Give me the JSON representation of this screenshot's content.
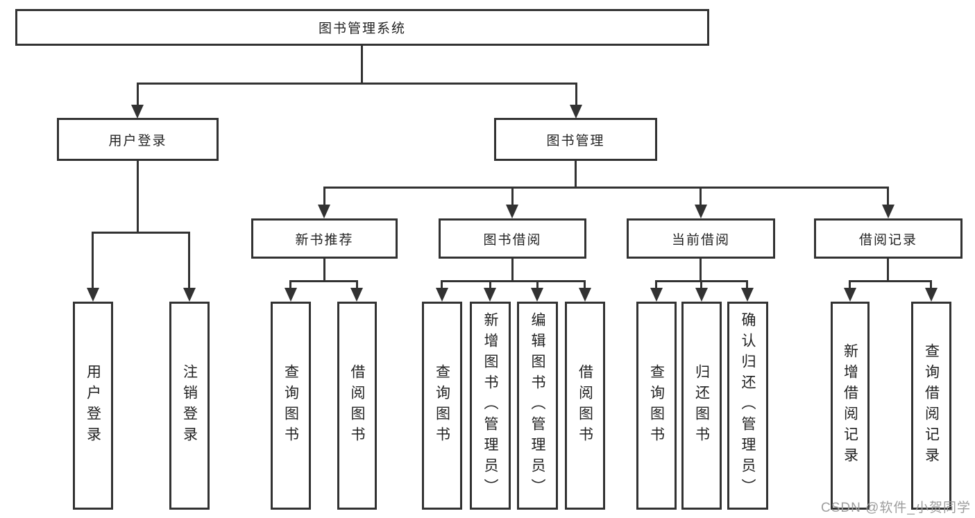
{
  "diagram": {
    "root": {
      "label": "图书管理系统"
    },
    "branches": [
      {
        "label": "用户登录",
        "children": [
          {
            "label": "用户登录"
          },
          {
            "label": "注销登录"
          }
        ]
      },
      {
        "label": "图书管理",
        "children": [
          {
            "label": "新书推荐",
            "children": [
              {
                "label": "查询图书"
              },
              {
                "label": "借阅图书"
              }
            ]
          },
          {
            "label": "图书借阅",
            "children": [
              {
                "label": "查询图书"
              },
              {
                "label": "新增图书（管理员）"
              },
              {
                "label": "编辑图书（管理员）"
              },
              {
                "label": "借阅图书"
              }
            ]
          },
          {
            "label": "当前借阅",
            "children": [
              {
                "label": "查询图书"
              },
              {
                "label": "归还图书"
              },
              {
                "label": "确认归还（管理员）"
              }
            ]
          },
          {
            "label": "借阅记录",
            "children": [
              {
                "label": "新增借阅记录"
              },
              {
                "label": "查询借阅记录"
              }
            ]
          }
        ]
      }
    ]
  },
  "watermark": {
    "text": "CSDN @软件_小贺同学"
  },
  "colors": {
    "line": "#323232",
    "text": "#222222",
    "watermark": "#9d9d9d",
    "background": "#ffffff"
  }
}
